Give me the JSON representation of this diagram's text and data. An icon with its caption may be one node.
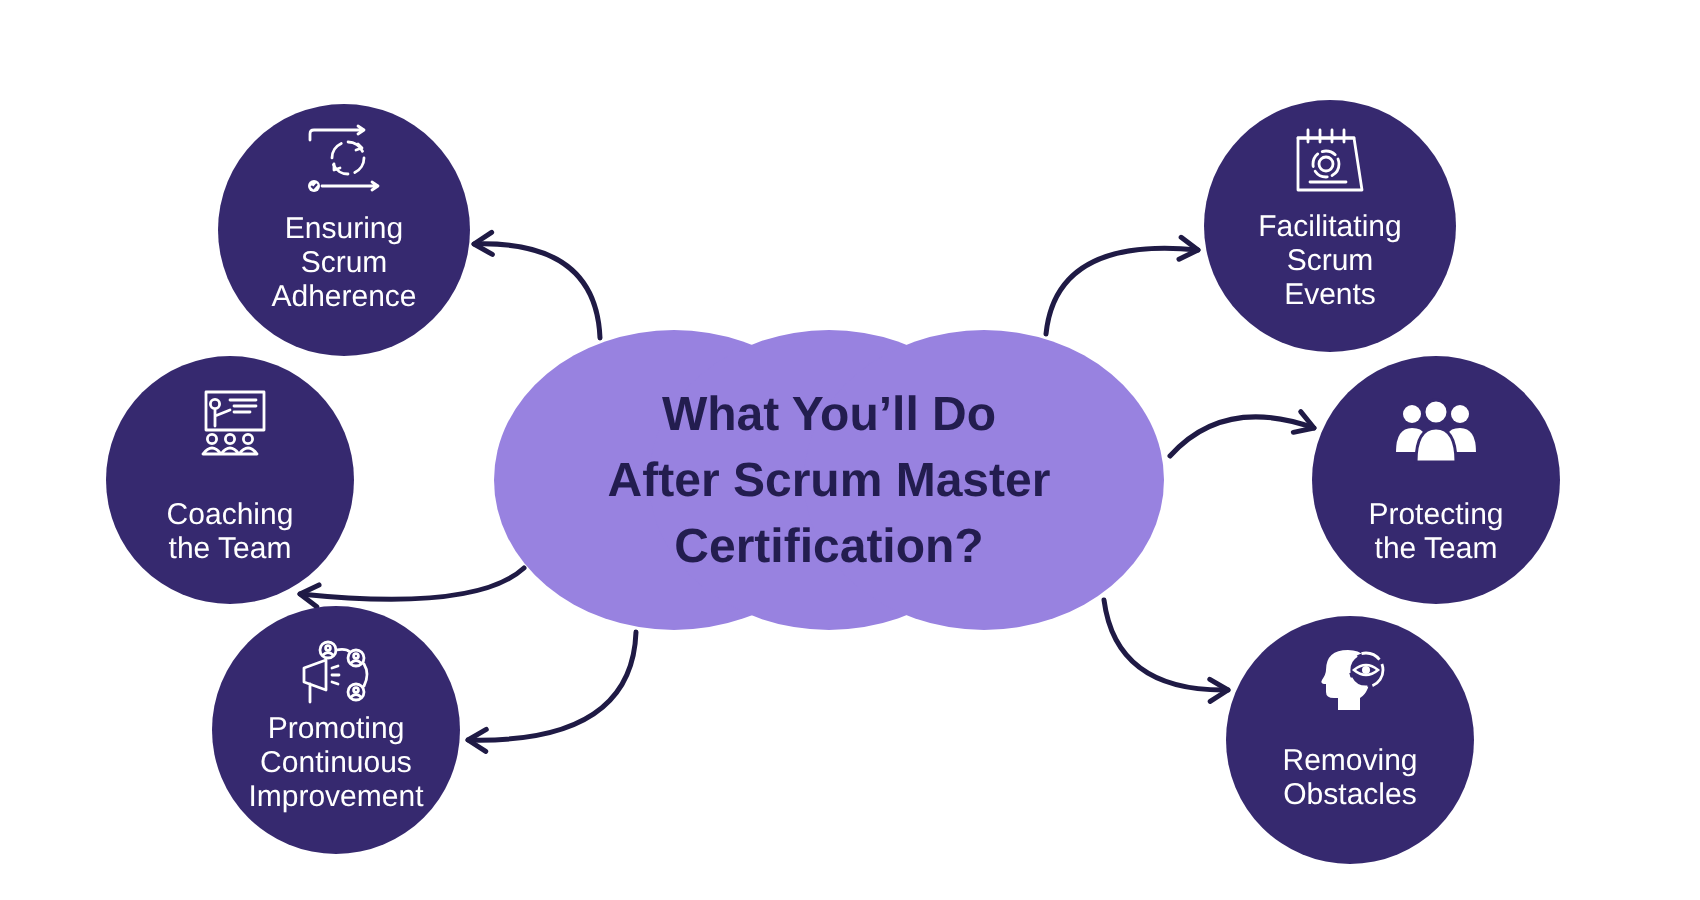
{
  "diagram": {
    "nodes": [
      {
        "text": [
          "What You’ll Do After Scrum Master Certification?"
        ]
      },
      {
        "text": [
          "Ensuring Scrum Adherence"
        ]
      },
      {
        "text": [
          "Coaching the Team"
        ]
      },
      {
        "text": [
          "Promoting Continuous Improvement"
        ]
      },
      {
        "text": [
          "Facilitating Scrum Events"
        ]
      },
      {
        "text": [
          "Protecting the Team"
        ]
      },
      {
        "text": [
          "Removing Obstacles"
        ]
      }
    ],
    "edges": [
      {
        "from": 0,
        "to": 1,
        "arrow": "to"
      },
      {
        "from": 0,
        "to": 2,
        "arrow": "to"
      },
      {
        "from": 0,
        "to": 3,
        "arrow": "to"
      },
      {
        "from": 0,
        "to": 4,
        "arrow": "to"
      },
      {
        "from": 0,
        "to": 5,
        "arrow": "to"
      },
      {
        "from": 0,
        "to": 6,
        "arrow": "to"
      }
    ]
  }
}
